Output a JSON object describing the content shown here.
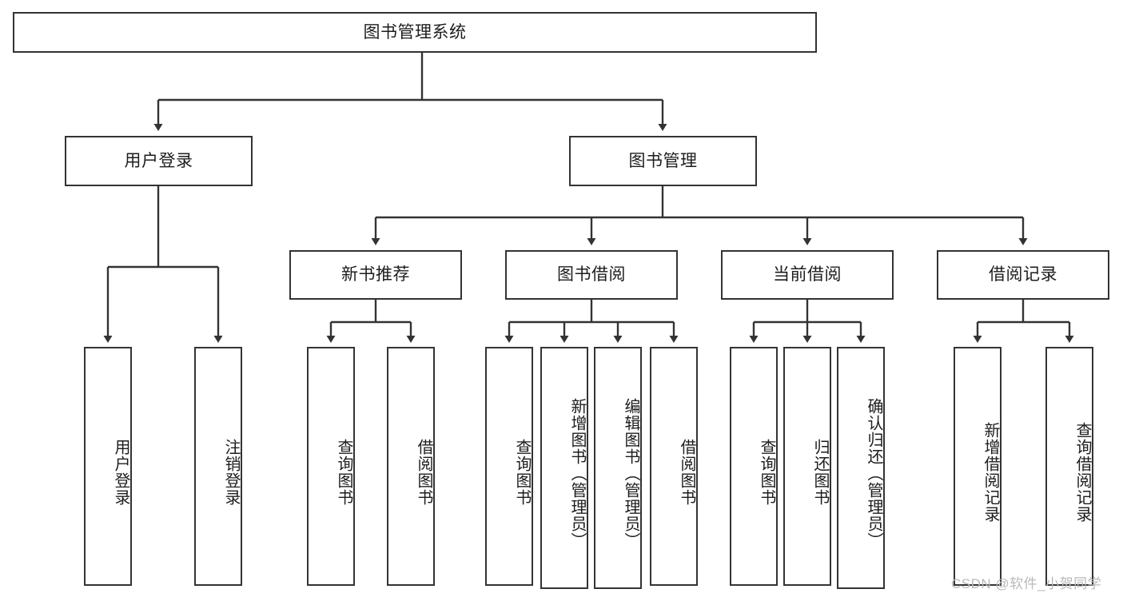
{
  "diagram": {
    "title": "图书管理系统",
    "watermark": "CSDN @软件_小贺同学",
    "colors": {
      "box_border": "#333333",
      "box_fill": "#ffffff",
      "edge": "#333333",
      "text": "#1d1d1d",
      "watermark": "#b9b9b9",
      "background": "#ffffff"
    },
    "root": {
      "label": "图书管理系统"
    },
    "level2": [
      {
        "label": "用户登录"
      },
      {
        "label": "图书管理"
      }
    ],
    "level3": [
      {
        "label": "新书推荐"
      },
      {
        "label": "图书借阅"
      },
      {
        "label": "当前借阅"
      },
      {
        "label": "借阅记录"
      }
    ],
    "leaves": {
      "user_login": [
        {
          "label": "用户登录"
        },
        {
          "label": "注销登录"
        }
      ],
      "new_book_recommend": [
        {
          "label": "查询图书"
        },
        {
          "label": "借阅图书"
        }
      ],
      "book_borrow": [
        {
          "label": "查询图书"
        },
        {
          "label": "新增图书（管理员）"
        },
        {
          "label": "编辑图书（管理员）"
        },
        {
          "label": "借阅图书"
        }
      ],
      "current_borrow": [
        {
          "label": "查询图书"
        },
        {
          "label": "归还图书"
        },
        {
          "label": "确认归还（管理员）"
        }
      ],
      "borrow_record": [
        {
          "label": "新增借阅记录"
        },
        {
          "label": "查询借阅记录"
        }
      ]
    }
  }
}
